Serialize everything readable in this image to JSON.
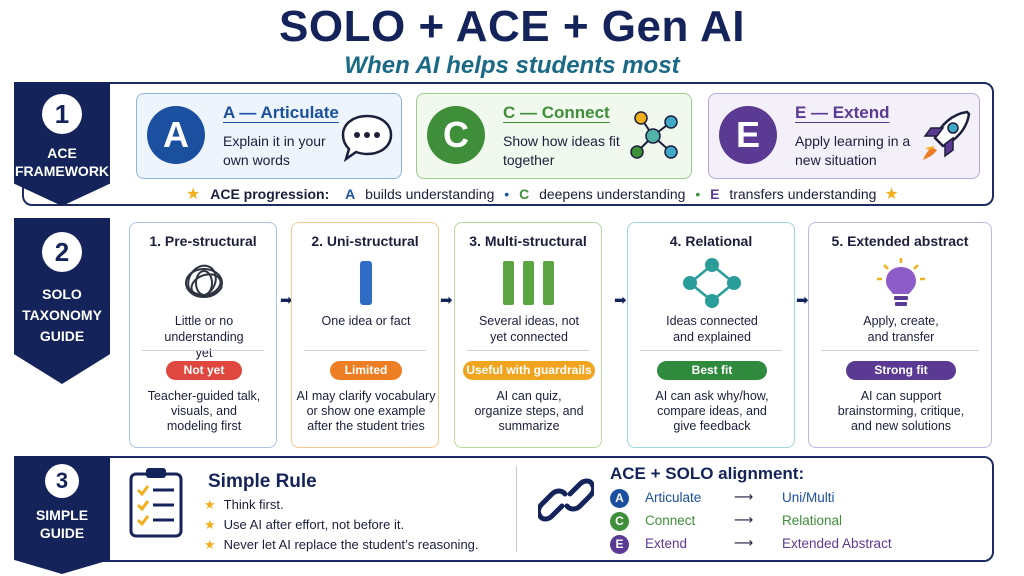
{
  "header": {
    "title": "SOLO + ACE + Gen AI",
    "subtitle": "When AI helps students most"
  },
  "sections": [
    {
      "number": "1",
      "label_lines": [
        "ACE",
        "FRAMEWORK"
      ]
    },
    {
      "number": "2",
      "label_lines": [
        "SOLO",
        "TAXONOMY",
        "GUIDE"
      ]
    },
    {
      "number": "3",
      "label_lines": [
        "SIMPLE",
        "GUIDE"
      ]
    }
  ],
  "ace": {
    "cards": [
      {
        "letter": "A",
        "title": "A — Articulate",
        "desc": "Explain it in your own words",
        "color": "#1b4fa0",
        "icon": "speech-bubble-icon"
      },
      {
        "letter": "C",
        "title": "C — Connect",
        "desc": "Show how ideas fit together",
        "color": "#3f8f3a",
        "icon": "network-nodes-icon"
      },
      {
        "letter": "E",
        "title": "E — Extend",
        "desc": "Apply learning in a new situation",
        "color": "#5b3a93",
        "icon": "rocket-icon"
      }
    ],
    "progression": {
      "label": "ACE progression:",
      "a_letter": "A",
      "a_text": "builds understanding",
      "c_letter": "C",
      "c_text": "deepens understanding",
      "e_letter": "E",
      "e_text": "transfers understanding"
    }
  },
  "solo": {
    "levels": [
      {
        "title": "1. Pre-structural",
        "desc": "Little or no understanding yet",
        "badge": "Not yet",
        "ai": "Teacher-guided talk, visuals, and modeling first",
        "color": "#e0473e",
        "icon": "scribble-icon"
      },
      {
        "title": "2. Uni-structural",
        "desc": "One idea or fact",
        "badge": "Limited",
        "ai": "AI may clarify vocabulary or show one example after the student tries",
        "color": "#ee7e23",
        "icon": "single-bar-icon"
      },
      {
        "title": "3. Multi-structural",
        "desc": "Several ideas, not yet connected",
        "badge": "Useful with guardrails",
        "ai": "AI can quiz, organize steps, and summarize",
        "color": "#f0a41f",
        "icon": "three-bars-icon"
      },
      {
        "title": "4. Relational",
        "desc": "Ideas connected and explained",
        "badge": "Best fit",
        "ai": "AI can ask why/how, compare ideas, and give feedback",
        "color": "#2f8a3e",
        "icon": "connected-nodes-icon"
      },
      {
        "title": "5. Extended abstract",
        "desc": "Apply, create, and transfer",
        "badge": "Strong fit",
        "ai": "AI can support brainstorming, critique, and new solutions",
        "color": "#5b3a93",
        "icon": "lightbulb-icon"
      }
    ]
  },
  "rule": {
    "title": "Simple Rule",
    "items": [
      "Think first.",
      "Use AI after effort, not before it.",
      "Never let AI replace the student’s reasoning."
    ]
  },
  "alignment": {
    "title": "ACE + SOLO alignment:",
    "rows": [
      {
        "letter": "A",
        "ace": "Articulate",
        "arrow": "⟶",
        "solo": "Uni/Multi",
        "color": "#1b4fa0"
      },
      {
        "letter": "C",
        "ace": "Connect",
        "arrow": "⟶",
        "solo": "Relational",
        "color": "#3f8f3a"
      },
      {
        "letter": "E",
        "ace": "Extend",
        "arrow": "⟶",
        "solo": "Extended Abstract",
        "color": "#5b3a93"
      }
    ]
  }
}
